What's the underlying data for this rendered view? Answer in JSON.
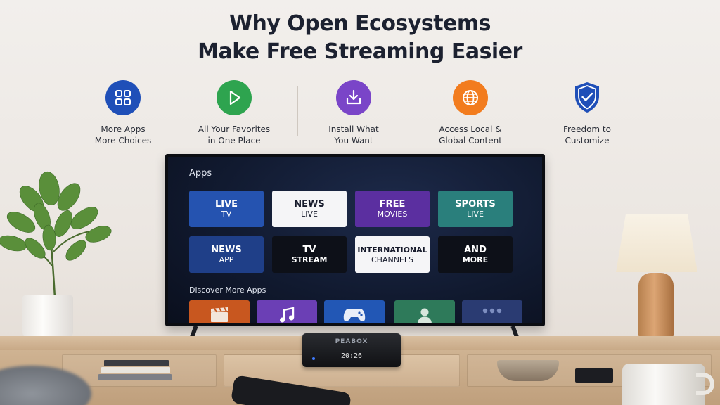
{
  "title": {
    "line1": "Why Open Ecosystems",
    "line2": "Make Free Streaming Easier"
  },
  "features": [
    {
      "icon": "grid-icon",
      "color": "#1f4fb8",
      "line1": "More Apps",
      "line2": "More Choices"
    },
    {
      "icon": "play-icon",
      "color": "#2ea44f",
      "line1": "All Your Favorites",
      "line2": "in One Place"
    },
    {
      "icon": "download-icon",
      "color": "#7a45c8",
      "line1": "Install What",
      "line2": "You Want"
    },
    {
      "icon": "globe-icon",
      "color": "#f27c1e",
      "line1": "Access Local &",
      "line2": "Global Content"
    },
    {
      "icon": "shield-check-icon",
      "color": "#1f4fb8",
      "line1": "Freedom to",
      "line2": "Customize"
    }
  ],
  "tv": {
    "apps_label": "Apps",
    "tiles": [
      {
        "line1": "LIVE",
        "line2": "TV",
        "color": "#2553b0"
      },
      {
        "line1": "NEWS",
        "line2": "LIVE",
        "color": "#f5f5f7"
      },
      {
        "line1": "FREE",
        "line2": "MOVIES",
        "color": "#5b2fa0"
      },
      {
        "line1": "SPORTS",
        "line2": "LIVE",
        "color": "#2a7f7c"
      },
      {
        "line1": "NEWS",
        "line2": "APP",
        "color": "#1f3f88"
      },
      {
        "line1": "TV",
        "line2": "STREAM",
        "color": "#0d1018"
      },
      {
        "line1": "INTERNATIONAL",
        "line2": "CHANNELS",
        "color": "#f5f5f7"
      },
      {
        "line1": "AND",
        "line2": "MORE",
        "color": "#0d1018"
      }
    ],
    "discover_label": "Discover More Apps",
    "discover_apps": [
      {
        "icon": "clapperboard-icon",
        "color": "#c8571f"
      },
      {
        "icon": "music-icon",
        "color": "#6b3fb5"
      },
      {
        "icon": "gamepad-icon",
        "color": "#2257b5"
      },
      {
        "icon": "person-icon",
        "color": "#2e7a5a"
      },
      {
        "icon": "more-icon",
        "color": "#2a3b72"
      }
    ]
  },
  "streaming_box": {
    "brand": "PEABOX",
    "clock": "20:26"
  }
}
